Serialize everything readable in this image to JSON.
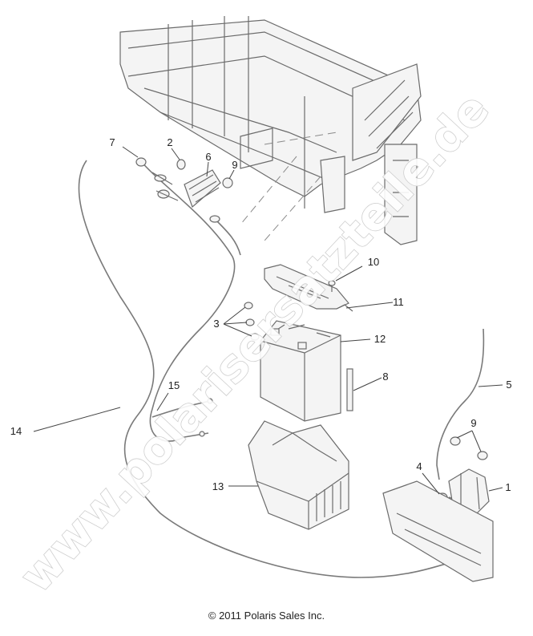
{
  "diagram": {
    "callouts": [
      "1",
      "2",
      "3",
      "4",
      "5",
      "6",
      "7",
      "8",
      "9",
      "10",
      "11",
      "12",
      "13",
      "14",
      "15",
      "9"
    ],
    "watermark": "www.polarisersatzteile.de",
    "copyright": "© 2011 Polaris Sales Inc."
  },
  "colors": {
    "line": "#6b6b6b",
    "text": "#222222",
    "watermark_outline": "#c9c9c9",
    "background": "#ffffff"
  }
}
